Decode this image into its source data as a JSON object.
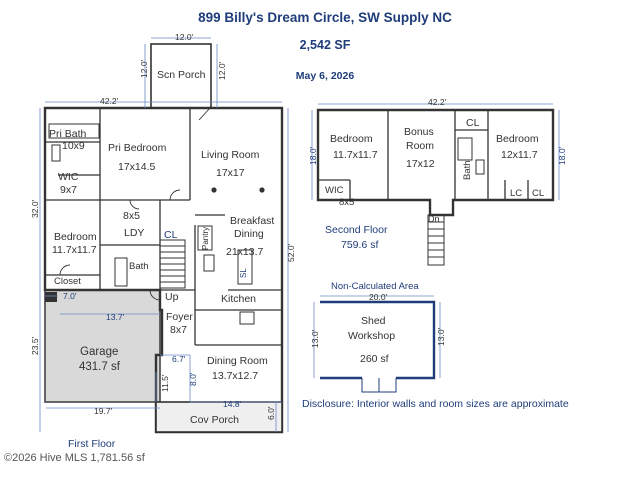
{
  "header": {
    "address": "899 Billy's Dream Circle, SW Supply NC",
    "total_sf": "2,542 SF",
    "date": "May 6, 2026"
  },
  "disclosure": "Disclosure: Interior walls and room sizes are approximate",
  "watermark": "©2026 Hive MLS",
  "first_floor": {
    "label": "First Floor",
    "area_tail": "1,781.56 sf",
    "dims": {
      "porch_width": "12.0'",
      "porch_left": "12.0'",
      "porch_right": "12.0'",
      "top_width": "42.2'",
      "left_height": "32.0'",
      "right_height": "52.0'",
      "garage_top_left": "7.0'",
      "garage_top": "13.7'",
      "garage_side": "23.5'",
      "garage_bottom": "19.7'",
      "step_width": "6.7'",
      "step_depth": "8.0'",
      "entry_depth": "11.5'",
      "cov_width": "14.8'",
      "cov_depth": "6.0'"
    },
    "rooms": {
      "scn_porch": "Scn Porch",
      "pri_bath": "Pri Bath",
      "pri_bath_size": "10x9",
      "wic": "WIC",
      "wic_size": "9x7",
      "pri_bedroom": "Pri Bedroom",
      "pri_bedroom_size": "17x14.5",
      "living_room": "Living Room",
      "living_room_size": "17x17",
      "bedroom": "Bedroom",
      "bedroom_size": "11.7x11.7",
      "closet": "Closet",
      "ldy_size": "8x5",
      "ldy": "LDY",
      "cl": "CL",
      "bath": "Bath",
      "pantry": "Pantry",
      "breakfast": "Breakfast",
      "dining": "Dining",
      "breakfast_size": "21x13.7",
      "sl": "SL",
      "kitchen": "Kitchen",
      "up": "Up",
      "foyer": "Foyer",
      "foyer_size": "8x7",
      "garage": "Garage",
      "garage_size": "431.7 sf",
      "dining_room": "Dining Room",
      "dining_room_size": "13.7x12.7",
      "cov_porch": "Cov Porch"
    }
  },
  "second_floor": {
    "label": "Second Floor",
    "area": "759.6 sf",
    "dims": {
      "width": "42.2'",
      "left": "18.0'",
      "right": "18.0'"
    },
    "rooms": {
      "bedroom": "Bedroom",
      "bedroom_size_left": "11.7x11.7",
      "bonus": "Bonus",
      "room": "Room",
      "bonus_size": "17x12",
      "cl": "CL",
      "bath": "Bath",
      "bedroom_size_right": "12x11.7",
      "wic": "WIC",
      "wic_size": "8x5",
      "lc": "LC",
      "cl2": "CL",
      "dn": "Dn"
    }
  },
  "shed": {
    "non_calc": "Non-Calculated Area",
    "width": "20.0'",
    "left": "13.0'",
    "right": "13.0'",
    "name1": "Shed",
    "name2": "Workshop",
    "area": "260 sf"
  },
  "colors": {
    "wall": "#333333",
    "title": "#1f3d7a",
    "dim": "#1f3d7a",
    "garage": "#d9d9d9",
    "shed": "#1f3d7a"
  }
}
